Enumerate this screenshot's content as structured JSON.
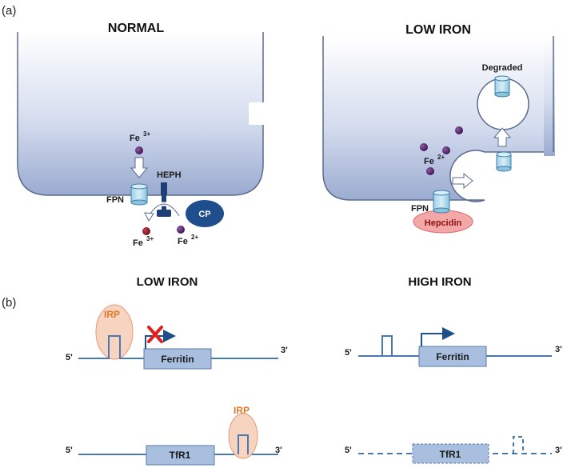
{
  "panel_a": {
    "label": "(a)",
    "normal": {
      "title": "NORMAL",
      "fe_top": "Fe",
      "fe_top_sup": "3+",
      "fpn": "FPN",
      "heph": "HEPH",
      "cp": "CP",
      "fe_left": "Fe",
      "fe_left_sup": "3+",
      "fe_right": "Fe",
      "fe_right_sup": "2+"
    },
    "low_iron": {
      "title": "LOW IRON",
      "degraded": "Degraded",
      "fe": "Fe",
      "fe_sup": "2+",
      "fpn": "FPN",
      "hepcidin": "Hepcidin"
    }
  },
  "panel_b": {
    "label": "(b)",
    "low_iron_title": "LOW IRON",
    "high_iron_title": "HIGH IRON",
    "irp": "IRP",
    "ferritin": "Ferritin",
    "tfr1": "TfR1",
    "five_prime": "5'",
    "three_prime": "3'"
  },
  "colors": {
    "cell_top": "#ffffff",
    "cell_bottom": "#9aabd0",
    "outline": "#5b6b8e",
    "fe_dark": "#4b1f5e",
    "fe_red": "#8a1028",
    "cp_fill": "#1f4e8c",
    "hepcidin_fill": "#f4a7a7",
    "mrna_line": "#4a78b0",
    "gene_box": "#a9bfe0",
    "irp_oval": "#f7d4c0",
    "x_mark": "#e02020",
    "arrow_blue": "#1f4e8c"
  },
  "icons": [
    "cylinder-channel",
    "bent-arrow",
    "red-x",
    "white-arrow"
  ]
}
